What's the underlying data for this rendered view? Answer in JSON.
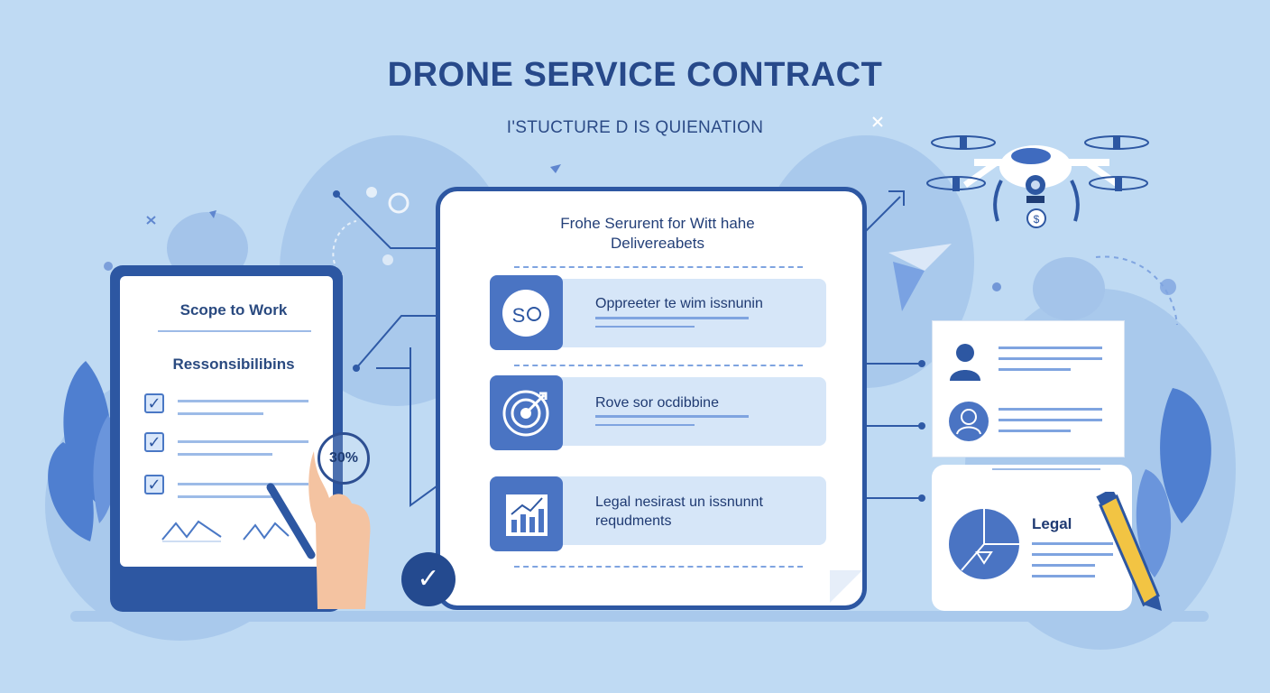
{
  "header": {
    "title": "DRONE SERVICE CONTRACT",
    "subtitle": "I'STUCTURE D IS QUIENATION"
  },
  "tablet": {
    "title": "Scope to Work",
    "subtitle": "Ressonsibilibins",
    "badge_text": "30%"
  },
  "document": {
    "heading_line1": "Frohe Serurent for Witt hahe",
    "heading_line2": "Delivereabets",
    "rows": [
      {
        "text": "Oppreeter te wim issnunin",
        "icon": "gear-chart-icon"
      },
      {
        "text": "Rove sor ocdibbine",
        "icon": "target-icon"
      },
      {
        "text": "Legal nesirast un issnunnt requdments",
        "icon": "bar-chart-icon"
      }
    ]
  },
  "right_panel": {
    "legal_label": "Legal"
  },
  "colors": {
    "background": "#bfdaf3",
    "primary": "#2d57a2",
    "title": "#27498a",
    "row_fill": "#d6e6f8",
    "accent_pen": "#f2c443"
  }
}
